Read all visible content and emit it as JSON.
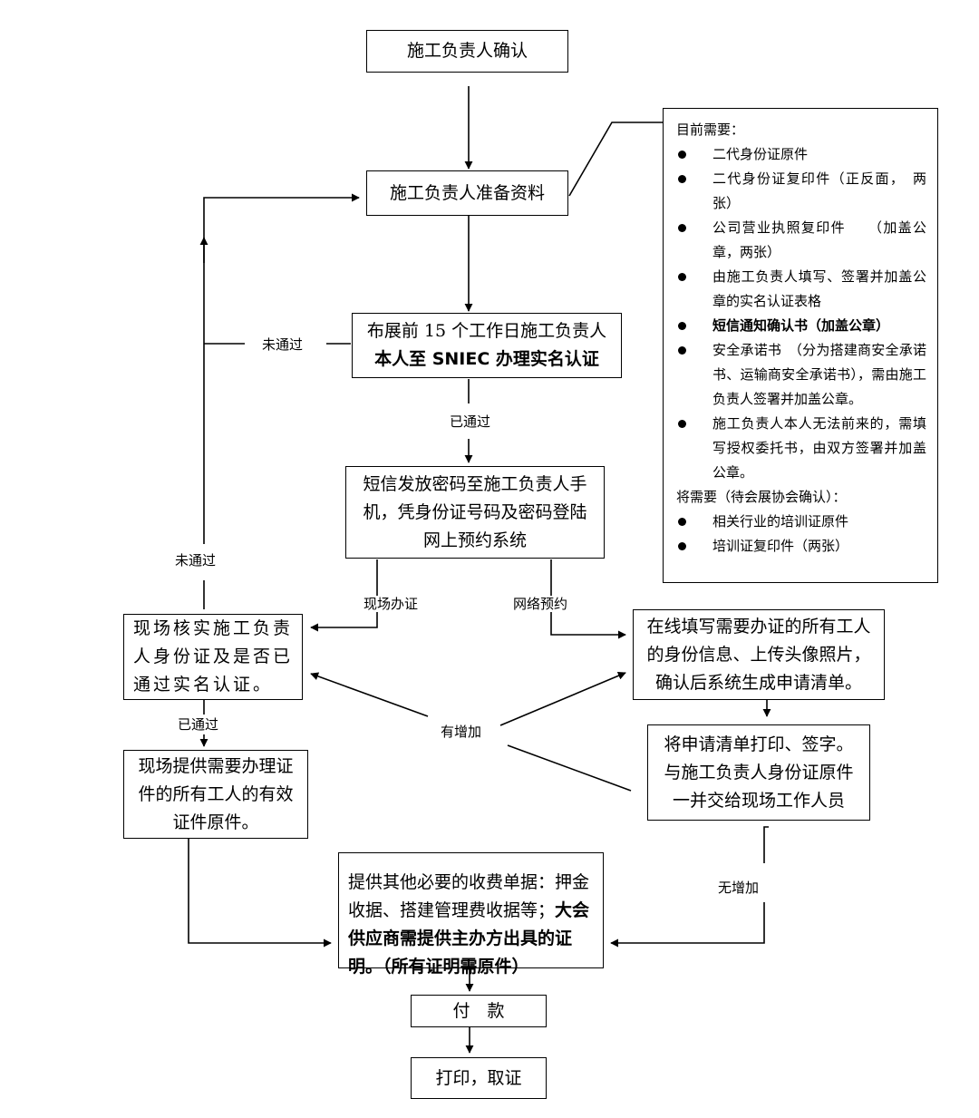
{
  "nodes": {
    "confirm": "施工负责人确认",
    "prepare": "施工负责人准备资料",
    "realname_line1": "布展前 15 个工作日施工负责人",
    "realname_line2": "本人至 SNIEC 办理实名认证",
    "sms": "短信发放密码至施工负责人手\n机，凭身份证号码及密码登陆\n网上预约系统",
    "onsite_check": "现场核实施工负责\n人身份证及是否已\n通过实名认证。",
    "online_fill": "在线填写需要办证的所有工人\n的身份信息、上传头像照片，\n确认后系统生成申请清单。",
    "print_sign": "将申请清单打印、签字。\n与施工负责人身份证原件\n一并交给现场工作人员",
    "provide_docs": "现场提供需要办理证\n件的所有工人的有效\n证件原件。",
    "fees_normal": "提供其他必要的收费单据：押金\n收据、搭建管理费收据等；",
    "fees_bold": "大会\n供应商需提供主办方出具的证\n明。（所有证明需原件）",
    "payment": "付　款",
    "print_collect": "打印，取证"
  },
  "labels": {
    "not_passed_1": "未通过",
    "passed_1": "已通过",
    "not_passed_2": "未通过",
    "onsite": "现场办证",
    "online": "网络预约",
    "passed_2": "已通过",
    "has_more": "有增加",
    "no_more": "无增加"
  },
  "requirements": {
    "current_heading": "目前需要：",
    "current": [
      {
        "text": "二代身份证原件",
        "bold": false
      },
      {
        "text": "二代身份证复印件（正反面，　两张）",
        "bold": false
      },
      {
        "text": "公司营业执照复印件　　（加盖公章，两张）",
        "bold": false
      },
      {
        "text": "由施工负责人填写、签署并加盖公章的实名认证表格",
        "bold": false
      },
      {
        "text": "短信通知确认书（加盖公章）",
        "bold": true
      },
      {
        "text": "安全承诺书　（分为搭建商安全承诺书、运输商安全承诺书），需由施工负责人签署并加盖公章。",
        "bold": false
      },
      {
        "text": "施工负责人本人无法前来的，需填写授权委托书，由双方签署并加盖公章。",
        "bold": false
      }
    ],
    "future_heading": "将需要（待会展协会确认）：",
    "future": [
      {
        "text": "相关行业的培训证原件",
        "bold": false
      },
      {
        "text": "培训证复印件（两张）",
        "bold": false
      }
    ]
  }
}
